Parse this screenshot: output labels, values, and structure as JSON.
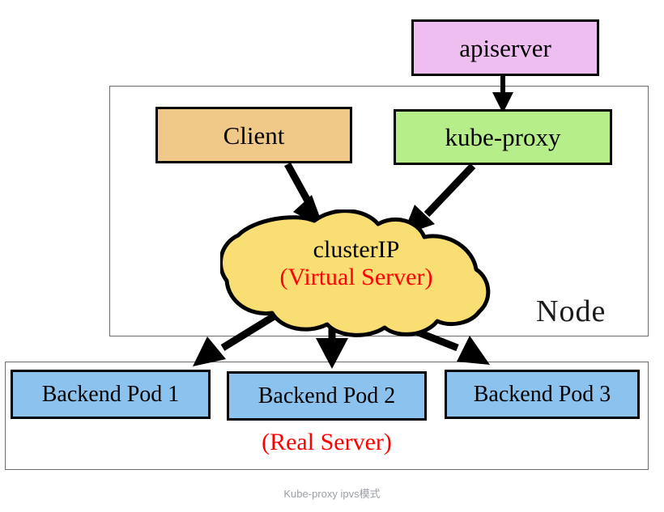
{
  "diagram": {
    "caption": "Kube-proxy ipvs模式",
    "node_label": "Node",
    "real_server_label": "(Real Server)",
    "nodes": {
      "apiserver": {
        "label": "apiserver",
        "color": "#EEBEF0"
      },
      "client": {
        "label": "Client",
        "color": "#F0C989"
      },
      "kube_proxy": {
        "label": "kube-proxy",
        "color": "#B6EE8A"
      },
      "cluster_ip": {
        "label_line_1": "clusterIP",
        "label_line_2": "(Virtual Server)",
        "color": "#F9DE73",
        "line_2_color": "#ff0000"
      },
      "pods": [
        {
          "label": "Backend Pod 1",
          "color": "#8CC3EE"
        },
        {
          "label": "Backend Pod 2",
          "color": "#8CC3EE"
        },
        {
          "label": "Backend Pod 3",
          "color": "#8CC3EE"
        }
      ]
    },
    "edges": [
      {
        "from": "apiserver",
        "to": "kube-proxy"
      },
      {
        "from": "client",
        "to": "clusterIP"
      },
      {
        "from": "kube-proxy",
        "to": "clusterIP"
      },
      {
        "from": "clusterIP",
        "to": "Backend Pod 1"
      },
      {
        "from": "clusterIP",
        "to": "Backend Pod 2"
      },
      {
        "from": "clusterIP",
        "to": "Backend Pod 3"
      }
    ],
    "containers": [
      {
        "name": "node-frame",
        "label": "Node"
      },
      {
        "name": "pods-frame",
        "label": "(Real Server)"
      }
    ]
  }
}
